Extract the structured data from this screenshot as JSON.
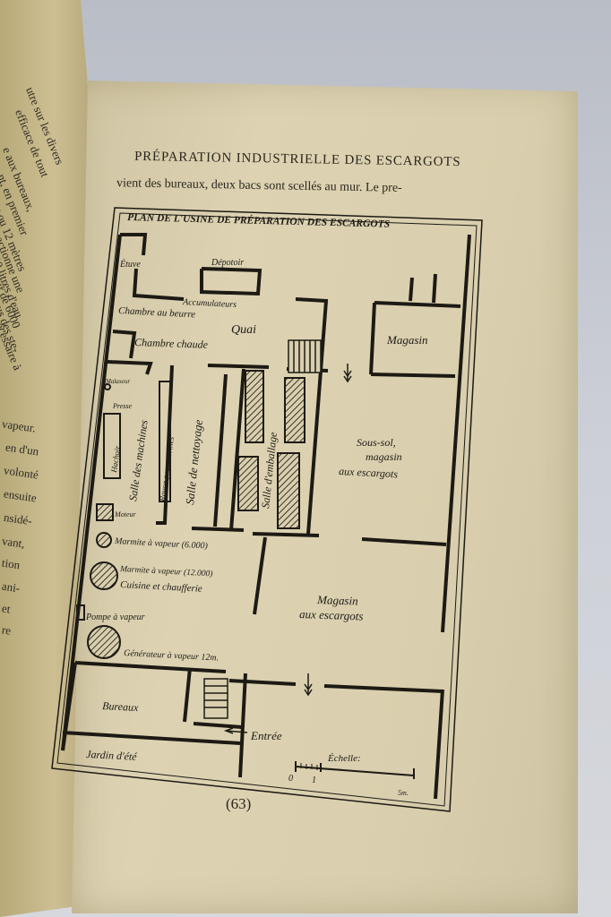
{
  "left_page": {
    "lines": [
      "utre sur les divers",
      "efficace de tout",
      "e aux bureaux,",
      "nt, en premier",
      "x ou 12 mètres",
      "actionne une",
      "00 litres d'eau",
      "oir de 6000",
      "ssus des ste-",
      "nécessaire à",
      "vapeur.",
      "en d'un",
      "volonté",
      "ensuite",
      "nsidé-",
      "vant,",
      "tion",
      "ani-",
      "et",
      "re"
    ]
  },
  "page": {
    "title": "PRÉPARATION INDUSTRIELLE DES ESCARGOTS",
    "line1": "vient des bureaux, deux bacs sont scellés au mur. Le pre-",
    "page_number": "(63)"
  },
  "plan": {
    "title": "PLAN DE L'USINE DE PRÉPARATION DES ESCARGOTS",
    "labels": {
      "etuve": "Étuve",
      "depotoir": "Dépotoir",
      "accumulateurs": "Accumulateurs",
      "chambre_beurre": "Chambre au beurre",
      "quai": "Quai",
      "chambre_chaude": "Chambre chaude",
      "magasin_top": "Magasin",
      "malaxeur": "Malaxeur",
      "presse": "Presse",
      "hachoir": "Hachoir",
      "salle_machines": "Salle des machines",
      "rayon_terrines": "Rayon pour terrines",
      "salle_nettoyage": "Salle de nettoyage",
      "salle_emballage": "Salle d'emballage",
      "sous_sol_1": "Sous-sol,",
      "sous_sol_2": "magasin",
      "sous_sol_3": "aux escargots",
      "moteur": "Moteur",
      "marmite1": "Marmite à vapeur (6.000)",
      "marmite2": "Marmite à vapeur (12.000)",
      "cuisine": "Cuisine et chaufferie",
      "magasin_esc_1": "Magasin",
      "magasin_esc_2": "aux escargots",
      "pompe": "Pompe à vapeur",
      "generateur": "Générateur à vapeur 12m.",
      "bureaux": "Bureaux",
      "entree": "Entrée",
      "jardin": "Jardin d'été",
      "echelle": "Échelle:",
      "scale_0": "0",
      "scale_1": "1",
      "scale_5": "5m."
    }
  },
  "colors": {
    "ink": "#1d1a14",
    "paper": "#d9cfae",
    "hatch": "#3a342a"
  }
}
